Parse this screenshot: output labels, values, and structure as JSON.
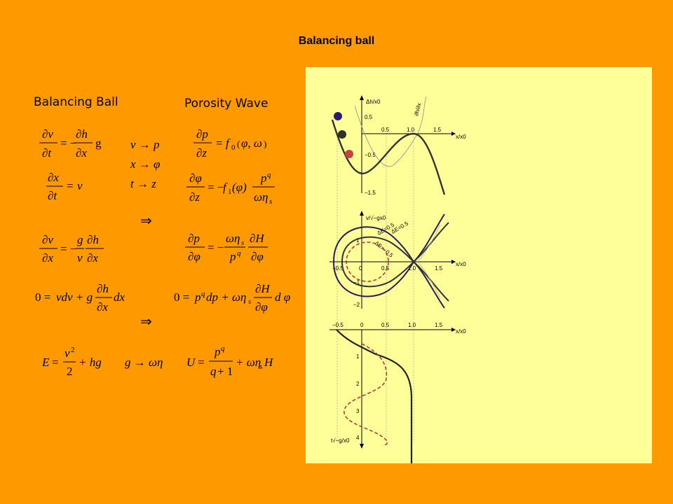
{
  "title": "Balancing ball",
  "headers": {
    "left": "Balancing Ball",
    "right": "Porosity Wave"
  },
  "mapping": {
    "v_to_p": "v → p",
    "x_to_phi": "x → φ",
    "t_to_z": "t → z",
    "g_to_omega_eta": "g → ωη",
    "implies": "⇒"
  },
  "plot_labels": {
    "top": {
      "y_axis_label": "Δh/x0",
      "x_axis_label": "x/x0",
      "curve_label": "∂h/∂x",
      "x_ticks": [
        "0.5",
        "1.0",
        "1.5"
      ],
      "y_ticks": [
        "0.5",
        "−0.5",
        "−1.5"
      ]
    },
    "middle": {
      "y_axis_label": "v/√−gx0",
      "x_axis_label": "x/x0",
      "energy_labels": [
        "ΔE=0.5",
        "ΔE=0.5",
        "ΔE=−0.5"
      ],
      "x_ticks": [
        "−0.5",
        "0",
        "0.5",
        "1.0",
        "1.5"
      ],
      "y_ticks": [
        "1",
        "−1",
        "−2"
      ]
    },
    "bottom": {
      "y_axis_label": "t√−g/x0",
      "x_axis_label": "x/x0",
      "x_ticks": [
        "−0.5",
        "0",
        "0.5",
        "1.0",
        "1.5"
      ],
      "y_ticks": [
        "1",
        "2",
        "3",
        "4"
      ]
    }
  },
  "colors": {
    "background": "#ff9900",
    "panel": "#ffff99",
    "curve_dark": "#333333",
    "curve_navy": "#2b1a5e",
    "curve_dashed": "#b33a3a",
    "ball_top": "#2b1a6e",
    "ball_middle": "#2e3320",
    "ball_bottom": "#c84040"
  }
}
